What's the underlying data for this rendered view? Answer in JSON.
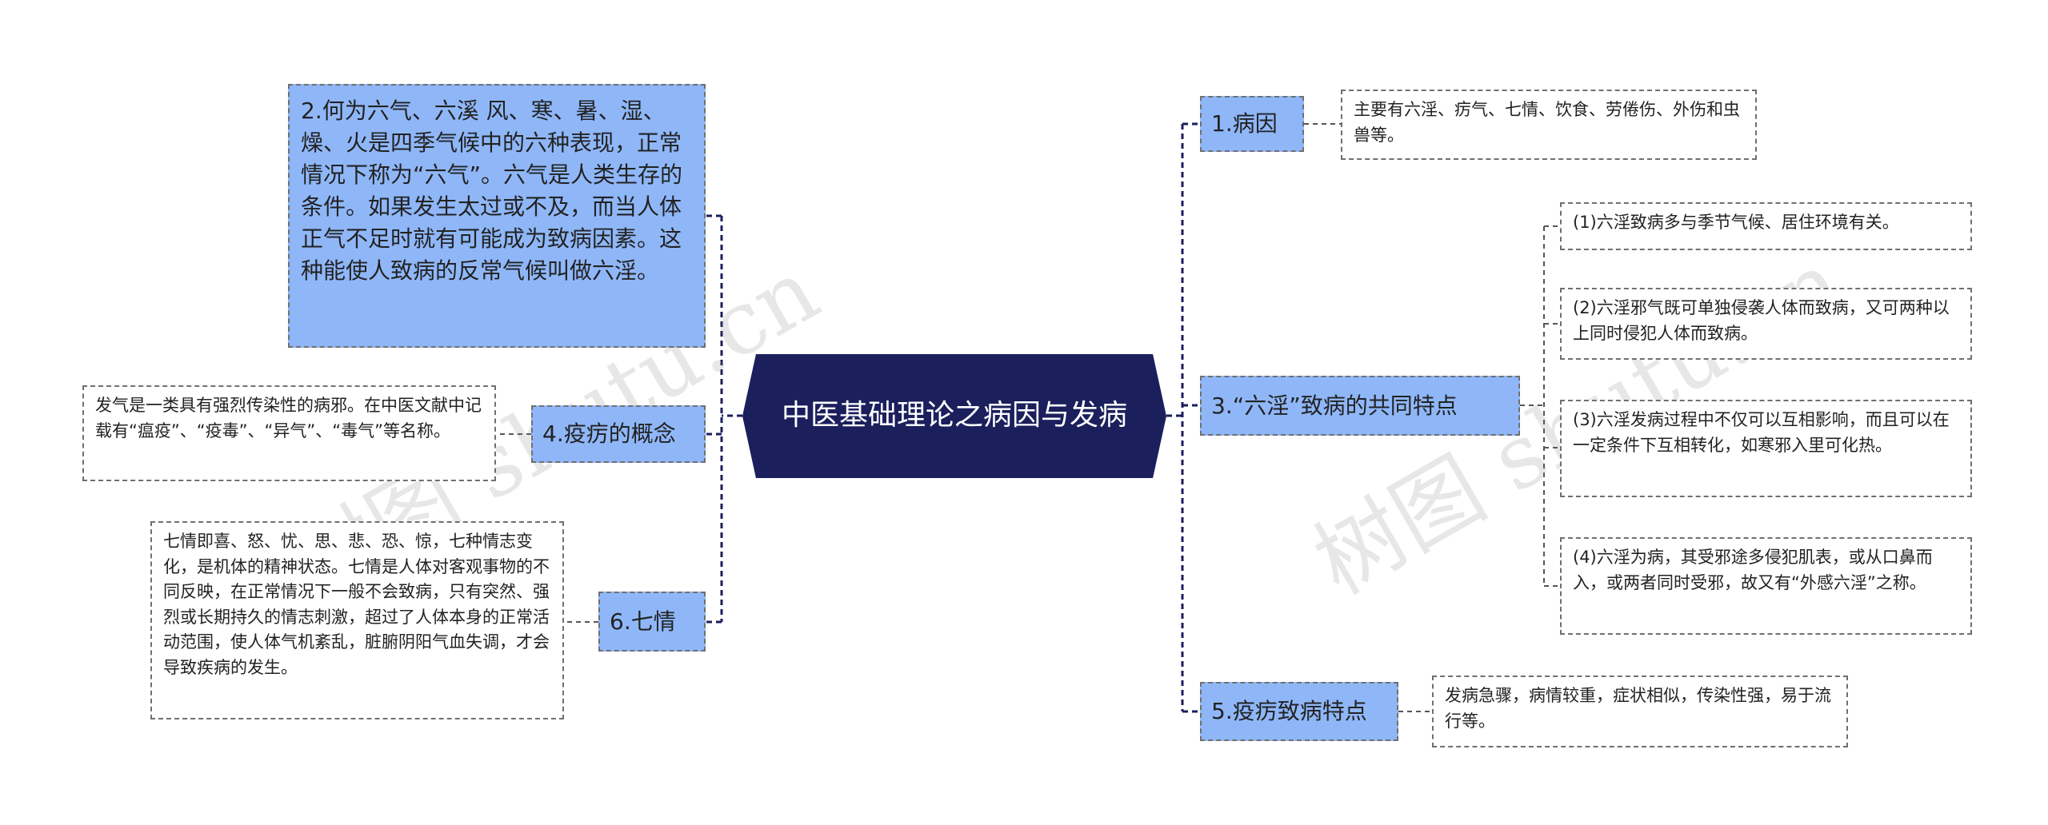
{
  "center": {
    "title": "中医基础理论之病因与发病"
  },
  "branches": {
    "b1": {
      "label": "1.病因",
      "detail": "主要有六淫、疠气、七情、饮食、劳倦伤、外伤和虫兽等。"
    },
    "b2": {
      "label": "2.何为六气、六溪 风、寒、暑、湿、燥、火是四季气候中的六种表现，正常情况下称为“六气”。六气是人类生存的条件。如果发生太过或不及，而当人体正气不足时就有可能成为致病因素。这种能使人致病的反常气候叫做六淫。"
    },
    "b3": {
      "label": "3.“六淫”致病的共同特点",
      "items": [
        "(1)六淫致病多与季节气候、居住环境有关。",
        "(2)六淫邪气既可单独侵袭人体而致病，又可两种以上同时侵犯人体而致病。",
        "(3)六淫发病过程中不仅可以互相影响，而且可以在一定条件下互相转化，如寒邪入里可化热。",
        "(4)六淫为病，其受邪途多侵犯肌表，或从口鼻而入，或两者同时受邪，故又有“外感六淫”之称。"
      ]
    },
    "b4": {
      "label": "4.疫疠的概念",
      "detail": "发气是一类具有强烈传染性的病邪。在中医文献中记载有“瘟疫”、“疫毒”、“异气”、“毒气”等名称。"
    },
    "b5": {
      "label": "5.疫疠致病特点",
      "detail": "发病急骤，病情较重，症状相似，传染性强，易于流行等。"
    },
    "b6": {
      "label": "6.七情",
      "detail": "七情即喜、怒、忧、思、悲、恐、惊，七种情志变化，是机体的精神状态。七情是人体对客观事物的不同反映，在正常情况下一般不会致病，只有突然、强烈或长期持久的情志刺激，超过了人体本身的正常活动范围，使人体气机紊乱，脏腑阴阳气血失调，才会导致疾病的发生。"
    }
  },
  "watermarks": {
    "left": "树图 shutu.cn",
    "right": "树图 shutu.cn"
  },
  "colors": {
    "center_fill": "#1b1f5c",
    "branch_fill": "#8fb7f8",
    "connector": "#1b1f5c",
    "border": "#6f6f6f"
  }
}
